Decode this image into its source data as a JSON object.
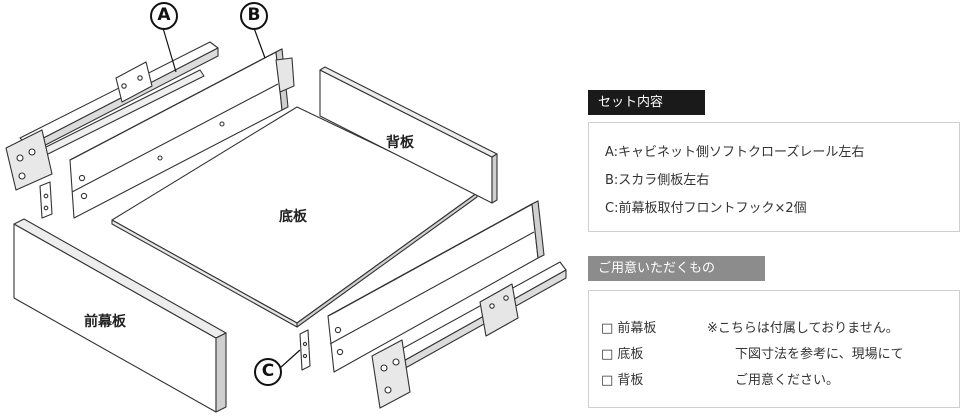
{
  "diagram": {
    "callouts": {
      "a": "A",
      "b": "B",
      "c": "C"
    },
    "panels": {
      "back": "背板",
      "bottom": "底板",
      "front": "前幕板"
    }
  },
  "set_contents": {
    "header": "セット内容",
    "header_color": "#1a1a1a",
    "items": [
      "A:キャビネット側ソフトクローズレール左右",
      "B:スカラ側板左右",
      "C:前幕板取付フロントフック×2個"
    ]
  },
  "prepare": {
    "header": "ご用意いただくもの",
    "header_color": "#8c8c8c",
    "items": [
      "□ 前幕板",
      "□ 底板",
      "□ 背板"
    ],
    "note": [
      "※こちらは付属しておりません。",
      "下図寸法を参考に、現場にて",
      "ご用意ください。"
    ]
  }
}
